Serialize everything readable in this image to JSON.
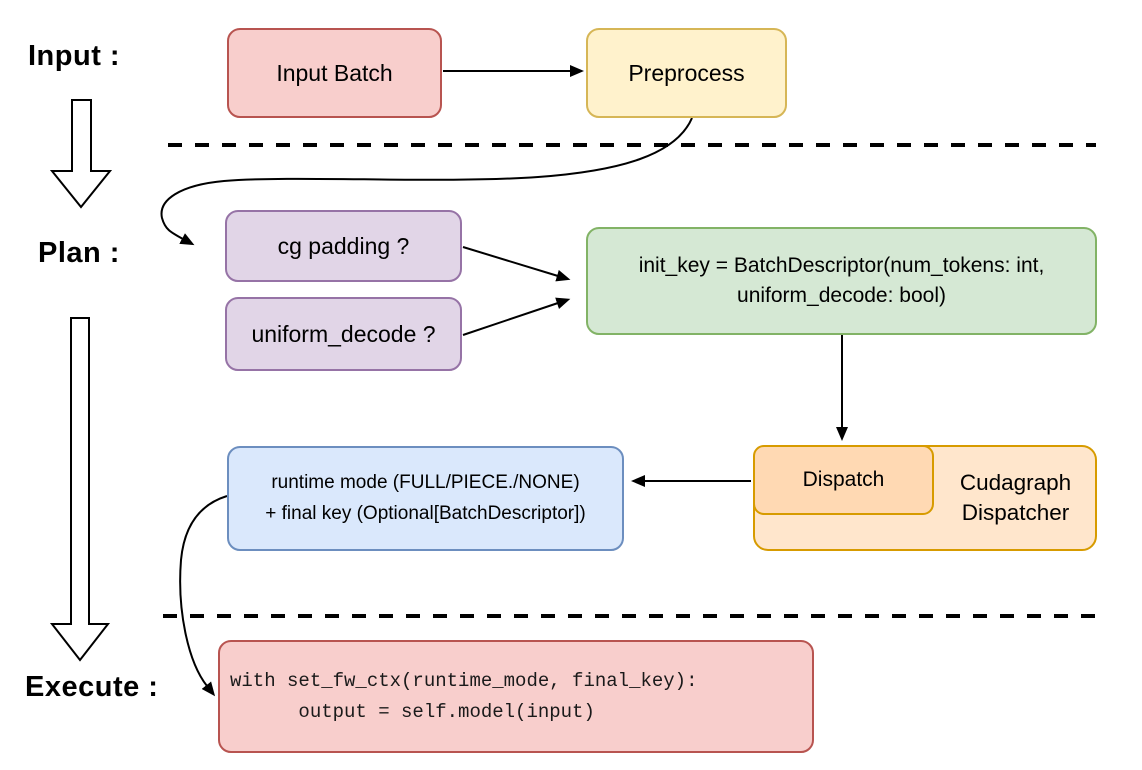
{
  "stages": {
    "input": "Input :",
    "plan": "Plan :",
    "execute": "Execute :"
  },
  "nodes": {
    "input_batch": "Input Batch",
    "preprocess": "Preprocess",
    "cg_padding": "cg padding ?",
    "uniform_decode": "uniform_decode ?",
    "init_key": {
      "line1": "init_key = BatchDescriptor(num_tokens: int,",
      "line2": "uniform_decode: bool)"
    },
    "dispatch": "Dispatch",
    "cudagraph_dispatcher": {
      "line1": "Cudagraph",
      "line2": "Dispatcher"
    },
    "runtime_mode": {
      "line1": "runtime mode (FULL/PIECE./NONE)",
      "line2": "+ final key (Optional[BatchDescriptor])"
    },
    "execute_code": {
      "line1": "with set_fw_ctx(runtime_mode, final_key):",
      "line2": "      output = self.model(input)"
    }
  },
  "colors": {
    "pink_fill": "#F8CECC",
    "pink_stroke": "#B85450",
    "yellow_fill": "#FFF2CC",
    "yellow_stroke": "#D6B656",
    "purple_fill": "#E1D5E7",
    "purple_stroke": "#9673A6",
    "green_fill": "#D5E8D4",
    "green_stroke": "#82B366",
    "orange_fill": "#FFE6CC",
    "orange_fill_dark": "#FFD9B3",
    "orange_stroke": "#D79B00",
    "blue_fill": "#DAE8FC",
    "blue_stroke": "#6C8EBF",
    "connector": "#000000",
    "background": "#FFFFFF"
  }
}
